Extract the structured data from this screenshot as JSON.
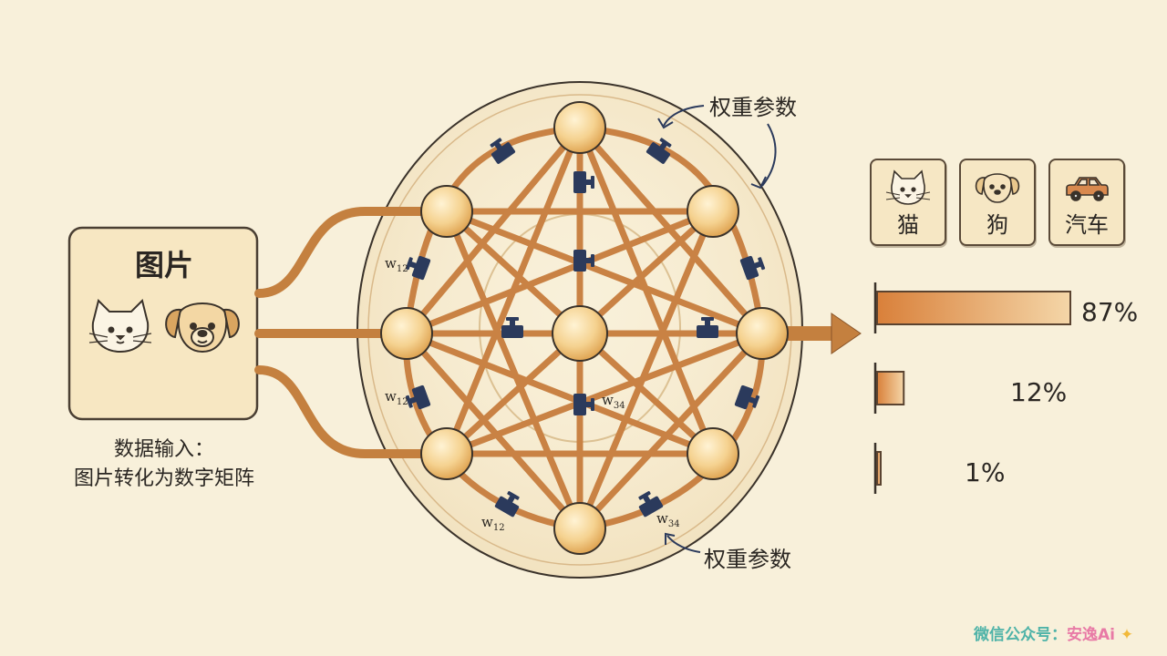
{
  "input": {
    "title": "图片",
    "caption_line1": "数据输入：",
    "caption_line2": "图片转化为数字矩阵"
  },
  "network": {
    "weight_label_top": "权重参数",
    "weight_label_bottom": "权重参数",
    "weight_tags": [
      {
        "base": "w",
        "sub": "12"
      },
      {
        "base": "w",
        "sub": "12"
      },
      {
        "base": "w",
        "sub": "34"
      },
      {
        "base": "w",
        "sub": "12"
      },
      {
        "base": "w",
        "sub": "34"
      }
    ]
  },
  "classes": [
    {
      "label": "猫",
      "icon": "cat-icon"
    },
    {
      "label": "狗",
      "icon": "dog-icon"
    },
    {
      "label": "汽车",
      "icon": "car-icon"
    }
  ],
  "chart_data": {
    "type": "bar",
    "categories": [
      "猫",
      "狗",
      "汽车"
    ],
    "values": [
      87,
      12,
      1
    ],
    "value_labels": [
      "87%",
      "12%",
      "1%"
    ],
    "xlim": [
      0,
      100
    ]
  },
  "watermark": {
    "prefix": "微信公众号：",
    "name": "安逸Ai"
  },
  "colors": {
    "background": "#f8f0da",
    "pipe": "#c98244",
    "node": "#f2c778",
    "valve": "#2b3a5c",
    "ink": "#2a2622"
  }
}
